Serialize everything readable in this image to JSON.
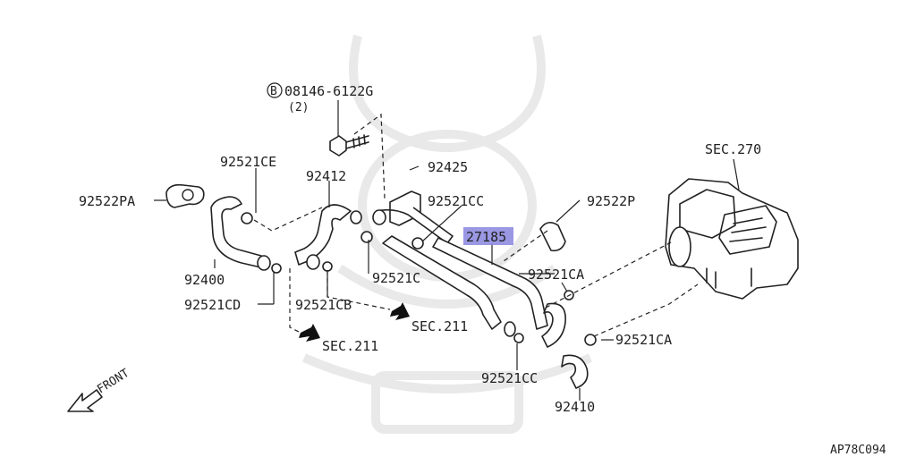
{
  "diagram": {
    "labels": {
      "bolt": "08146-6122G",
      "bolt_circle": "B",
      "bolt_qty": "(2)",
      "sec270": "SEC.270",
      "p92425": "92425",
      "p92412": "92412",
      "p92521CE": "92521CE",
      "p92522PA": "92522PA",
      "p92521CC_top": "92521CC",
      "p92522P": "92522P",
      "p27185": "27185",
      "p92400": "92400",
      "p92521C": "92521C",
      "p92521CA_top": "92521CA",
      "p92521CD": "92521CD",
      "p92521CB": "92521CB",
      "sec211_right": "SEC.211",
      "p92521CA_bottom": "92521CA",
      "sec211_left": "SEC.211",
      "p92521CC_bottom": "92521CC",
      "p92410": "92410",
      "front": "FRONT",
      "ref_code": "AP78C094"
    },
    "highlighted_part": "27185",
    "colors": {
      "line": "#222222",
      "highlight": "#8f8ce0",
      "watermark": "#e9e9e9"
    }
  }
}
